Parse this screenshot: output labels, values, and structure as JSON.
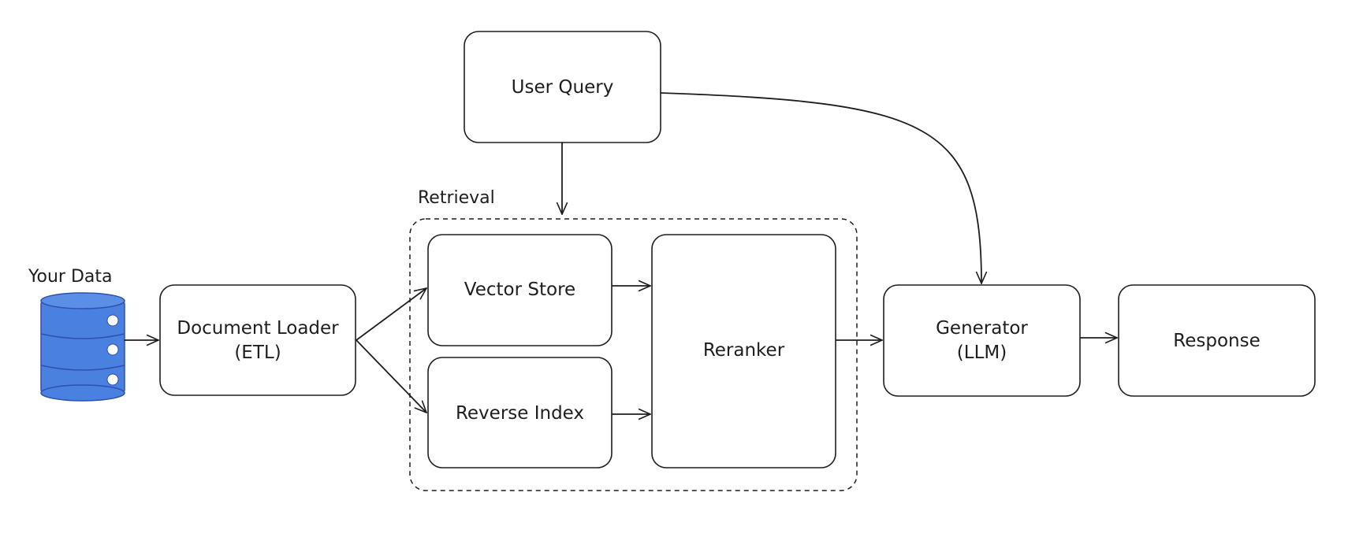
{
  "colors": {
    "stroke": "#1e1e1e",
    "database_fill": "#4a80e0",
    "database_outline": "#2f4fb0"
  },
  "icons": {
    "database": "database-icon"
  },
  "labels": {
    "your_data": "Your Data",
    "retrieval": "Retrieval"
  },
  "nodes": {
    "user_query": {
      "line1": "User Query"
    },
    "document_loader": {
      "line1": "Document Loader",
      "line2": "(ETL)"
    },
    "vector_store": {
      "line1": "Vector Store"
    },
    "reverse_index": {
      "line1": "Reverse Index"
    },
    "reranker": {
      "line1": "Reranker"
    },
    "generator": {
      "line1": "Generator",
      "line2": "(LLM)"
    },
    "response": {
      "line1": "Response"
    }
  }
}
